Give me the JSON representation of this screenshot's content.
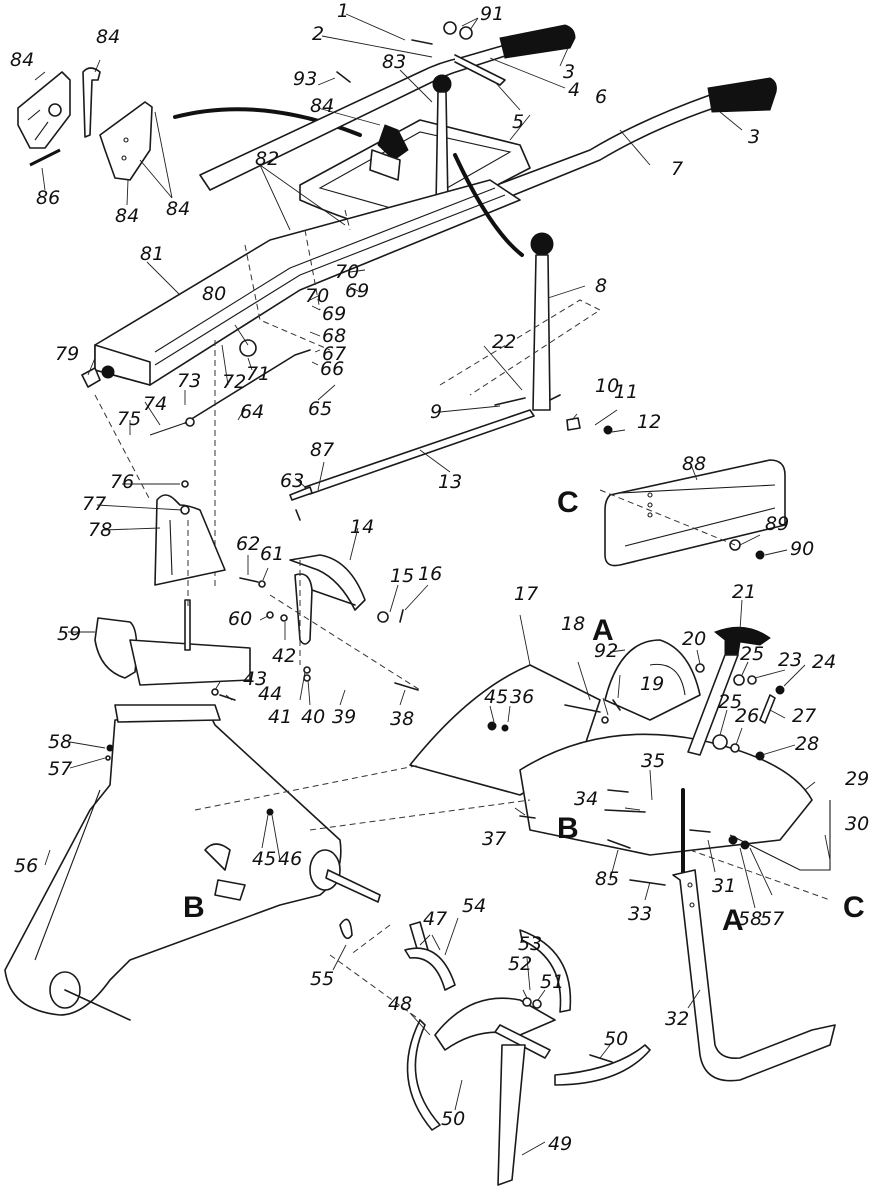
{
  "diagram": {
    "type": "exploded-parts-diagram",
    "subject": "Rotary tiller assembly (handlebars, gearbox housing, tines, depth stake, shields)",
    "reference_letters": [
      "A",
      "B",
      "C"
    ],
    "callouts": [
      {
        "id": "l1",
        "text": "1"
      },
      {
        "id": "l2",
        "text": "2"
      },
      {
        "id": "l3a",
        "text": "3"
      },
      {
        "id": "l3b",
        "text": "3"
      },
      {
        "id": "l4",
        "text": "4"
      },
      {
        "id": "l5",
        "text": "5"
      },
      {
        "id": "l6",
        "text": "6"
      },
      {
        "id": "l7",
        "text": "7"
      },
      {
        "id": "l8",
        "text": "8"
      },
      {
        "id": "l9",
        "text": "9"
      },
      {
        "id": "l10",
        "text": "10"
      },
      {
        "id": "l11",
        "text": "11"
      },
      {
        "id": "l12",
        "text": "12"
      },
      {
        "id": "l13",
        "text": "13"
      },
      {
        "id": "l14",
        "text": "14"
      },
      {
        "id": "l15",
        "text": "15"
      },
      {
        "id": "l16",
        "text": "16"
      },
      {
        "id": "l17",
        "text": "17"
      },
      {
        "id": "l18",
        "text": "18"
      },
      {
        "id": "l19",
        "text": "19"
      },
      {
        "id": "l20",
        "text": "20"
      },
      {
        "id": "l21",
        "text": "21"
      },
      {
        "id": "l22",
        "text": "22"
      },
      {
        "id": "l23",
        "text": "23"
      },
      {
        "id": "l24",
        "text": "24"
      },
      {
        "id": "l25a",
        "text": "25"
      },
      {
        "id": "l25b",
        "text": "25"
      },
      {
        "id": "l26",
        "text": "26"
      },
      {
        "id": "l27",
        "text": "27"
      },
      {
        "id": "l28",
        "text": "28"
      },
      {
        "id": "l29",
        "text": "29"
      },
      {
        "id": "l30",
        "text": "30"
      },
      {
        "id": "l31",
        "text": "31"
      },
      {
        "id": "l32",
        "text": "32"
      },
      {
        "id": "l33",
        "text": "33"
      },
      {
        "id": "l34",
        "text": "34"
      },
      {
        "id": "l35",
        "text": "35"
      },
      {
        "id": "l36",
        "text": "36"
      },
      {
        "id": "l37",
        "text": "37"
      },
      {
        "id": "l38",
        "text": "38"
      },
      {
        "id": "l39",
        "text": "39"
      },
      {
        "id": "l40",
        "text": "40"
      },
      {
        "id": "l41",
        "text": "41"
      },
      {
        "id": "l42",
        "text": "42"
      },
      {
        "id": "l43",
        "text": "43"
      },
      {
        "id": "l44",
        "text": "44"
      },
      {
        "id": "l45a",
        "text": "45"
      },
      {
        "id": "l45b",
        "text": "45"
      },
      {
        "id": "l46",
        "text": "46"
      },
      {
        "id": "l47",
        "text": "47"
      },
      {
        "id": "l48",
        "text": "48"
      },
      {
        "id": "l49",
        "text": "49"
      },
      {
        "id": "l50a",
        "text": "50"
      },
      {
        "id": "l50b",
        "text": "50"
      },
      {
        "id": "l51",
        "text": "51"
      },
      {
        "id": "l52",
        "text": "52"
      },
      {
        "id": "l53",
        "text": "53"
      },
      {
        "id": "l54",
        "text": "54"
      },
      {
        "id": "l55",
        "text": "55"
      },
      {
        "id": "l56",
        "text": "56"
      },
      {
        "id": "l57a",
        "text": "57"
      },
      {
        "id": "l57b",
        "text": "57"
      },
      {
        "id": "l58a",
        "text": "58"
      },
      {
        "id": "l58b",
        "text": "58"
      },
      {
        "id": "l59",
        "text": "59"
      },
      {
        "id": "l60",
        "text": "60"
      },
      {
        "id": "l61",
        "text": "61"
      },
      {
        "id": "l62",
        "text": "62"
      },
      {
        "id": "l63",
        "text": "63"
      },
      {
        "id": "l64",
        "text": "64"
      },
      {
        "id": "l65",
        "text": "65"
      },
      {
        "id": "l66",
        "text": "66"
      },
      {
        "id": "l67",
        "text": "67"
      },
      {
        "id": "l68",
        "text": "68"
      },
      {
        "id": "l69a",
        "text": "69"
      },
      {
        "id": "l69b",
        "text": "69"
      },
      {
        "id": "l70a",
        "text": "70"
      },
      {
        "id": "l70b",
        "text": "70"
      },
      {
        "id": "l71",
        "text": "71"
      },
      {
        "id": "l72",
        "text": "72"
      },
      {
        "id": "l73",
        "text": "73"
      },
      {
        "id": "l74",
        "text": "74"
      },
      {
        "id": "l75",
        "text": "75"
      },
      {
        "id": "l76",
        "text": "76"
      },
      {
        "id": "l77",
        "text": "77"
      },
      {
        "id": "l78",
        "text": "78"
      },
      {
        "id": "l79",
        "text": "79"
      },
      {
        "id": "l80",
        "text": "80"
      },
      {
        "id": "l81",
        "text": "81"
      },
      {
        "id": "l82",
        "text": "82"
      },
      {
        "id": "l83",
        "text": "83"
      },
      {
        "id": "l84a",
        "text": "84"
      },
      {
        "id": "l84b",
        "text": "84"
      },
      {
        "id": "l84c",
        "text": "84"
      },
      {
        "id": "l84d",
        "text": "84"
      },
      {
        "id": "l84e",
        "text": "84"
      },
      {
        "id": "l85",
        "text": "85"
      },
      {
        "id": "l86",
        "text": "86"
      },
      {
        "id": "l87",
        "text": "87"
      },
      {
        "id": "l88",
        "text": "88"
      },
      {
        "id": "l89",
        "text": "89"
      },
      {
        "id": "l90",
        "text": "90"
      },
      {
        "id": "l91",
        "text": "91"
      },
      {
        "id": "l92",
        "text": "92"
      },
      {
        "id": "l93",
        "text": "93"
      }
    ],
    "letters": {
      "A_top": "A",
      "A_bottom": "A",
      "B_housing": "B",
      "B_shield": "B",
      "C_plate": "C",
      "C_shield": "C"
    }
  }
}
